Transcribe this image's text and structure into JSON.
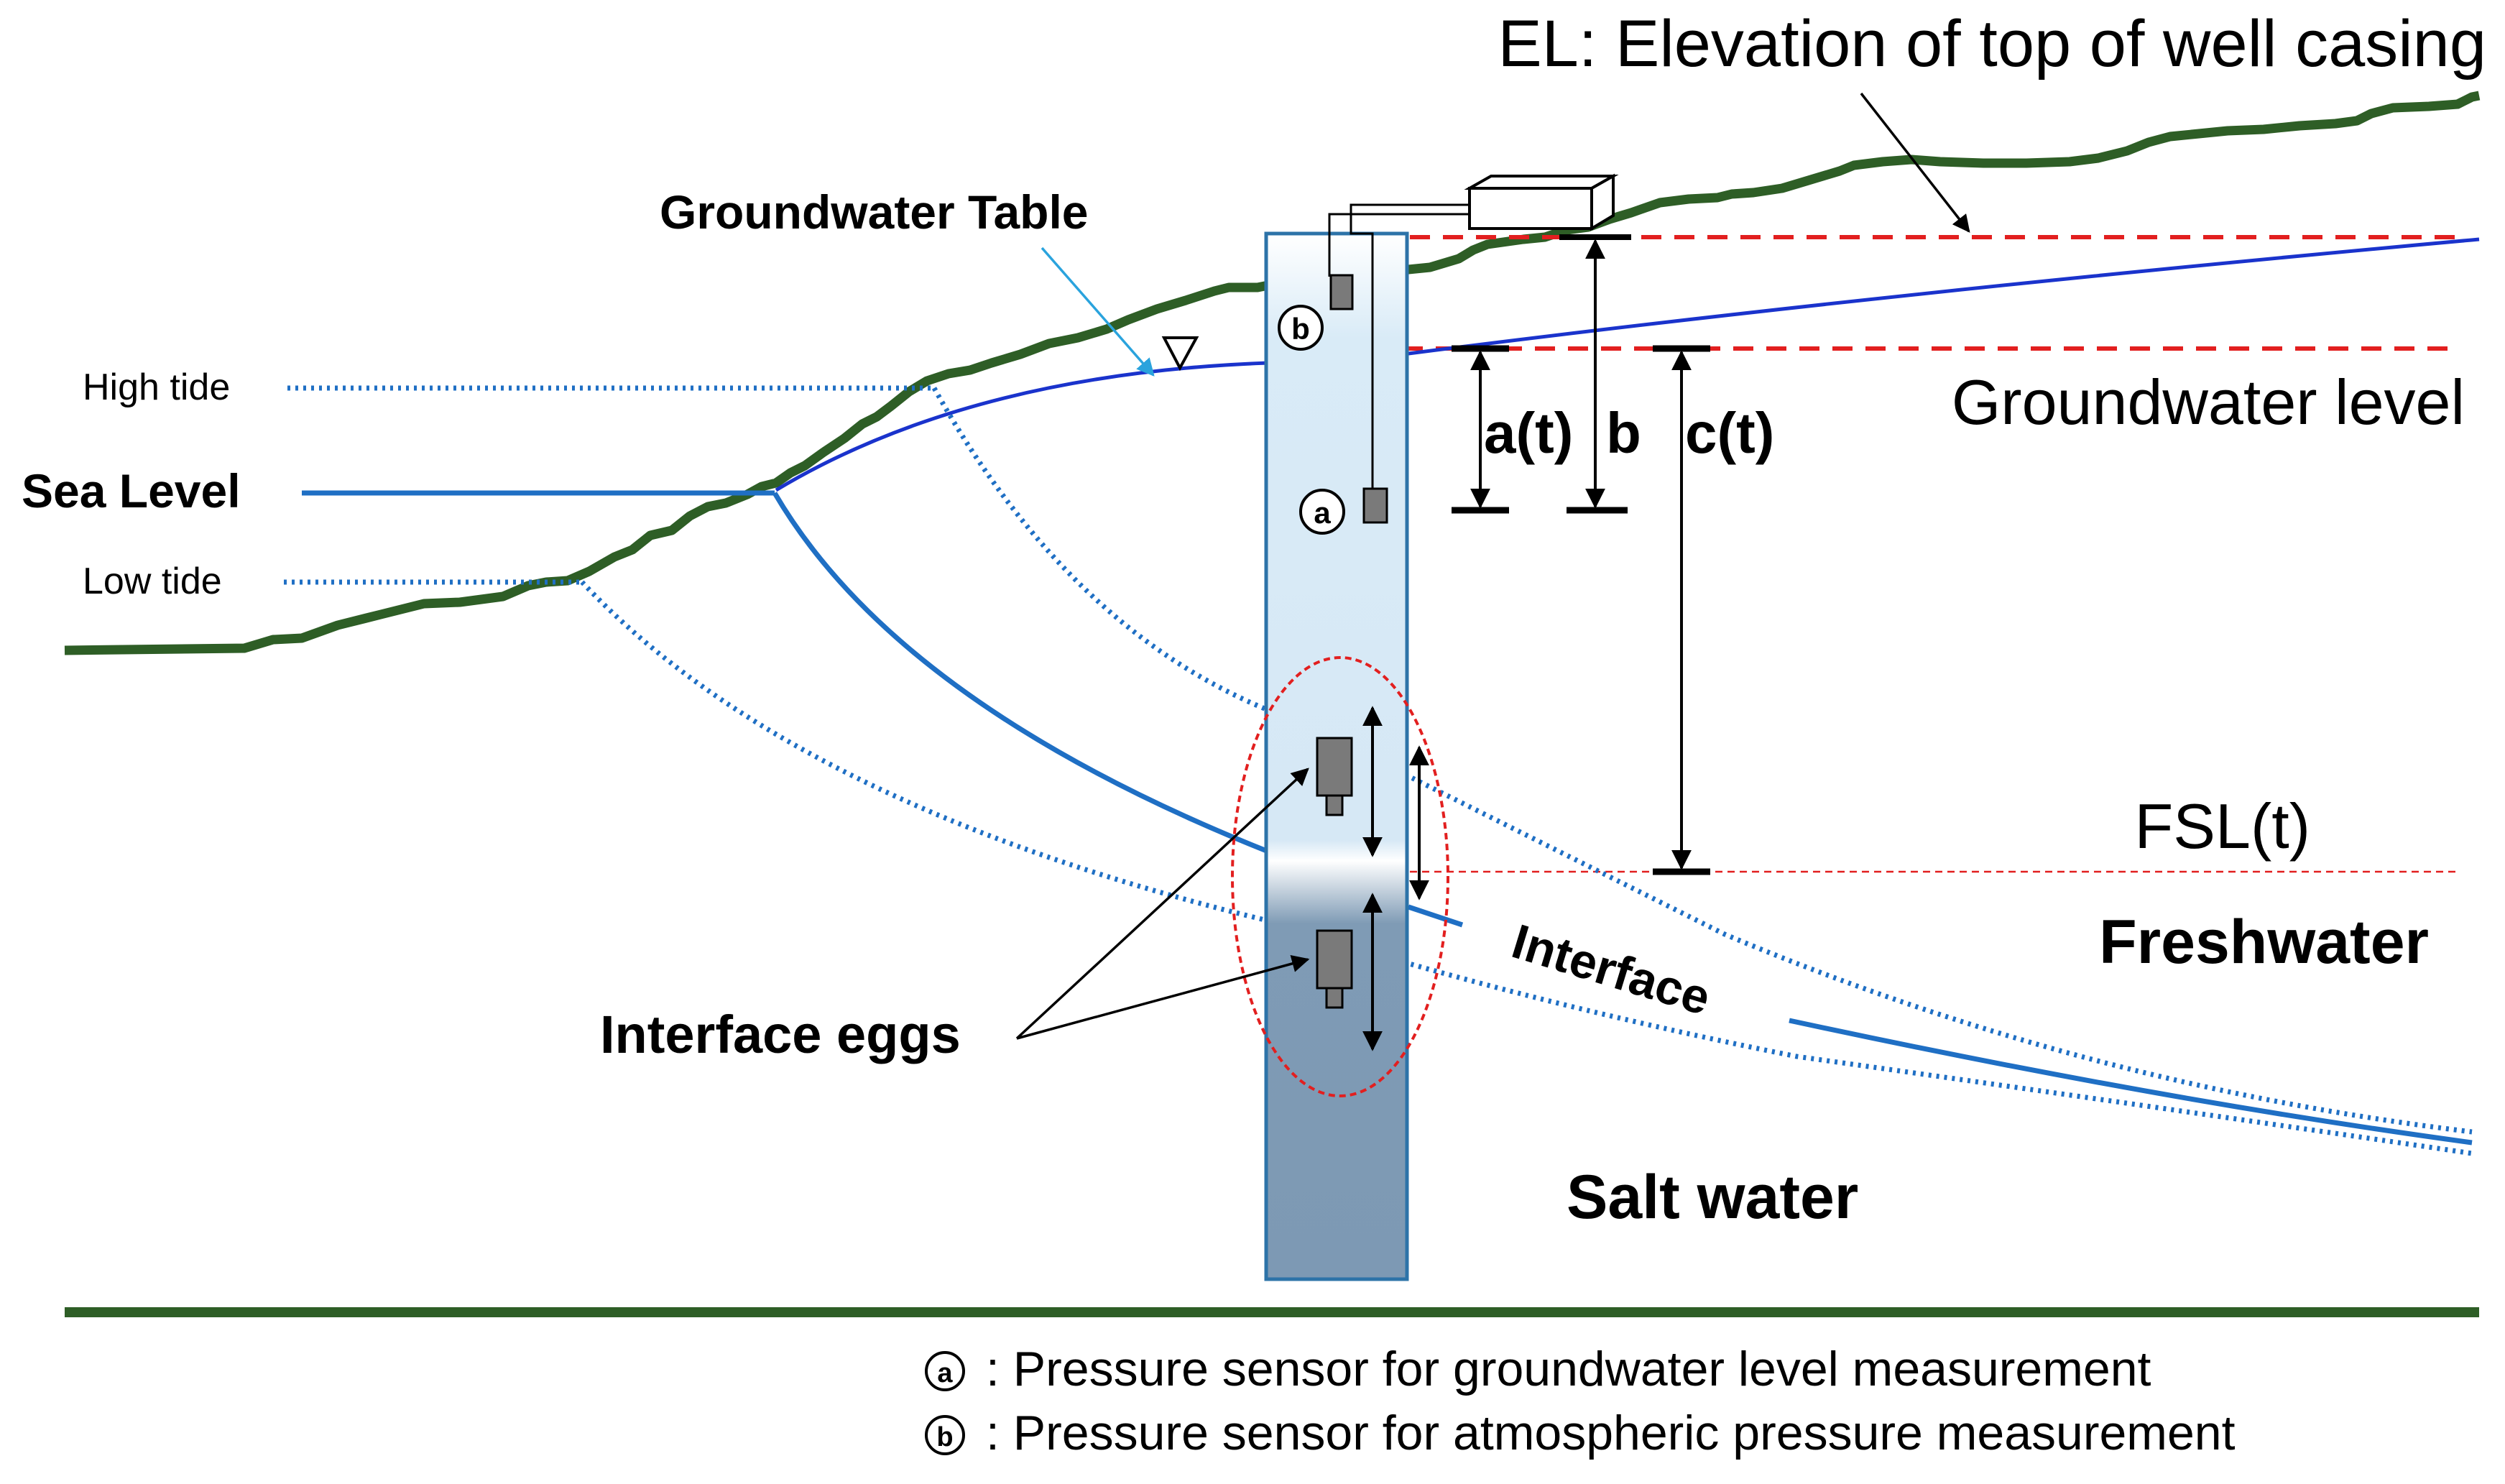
{
  "labels": {
    "el": "EL: Elevation of top of well casing",
    "groundwater_table": "Groundwater Table",
    "high_tide": "High tide",
    "sea_level": "Sea Level",
    "low_tide": "Low tide",
    "groundwater_level": "Groundwater level",
    "a_t": "a(t)",
    "b": "b",
    "c_t": "c(t)",
    "fsl_t": "FSL(t)",
    "freshwater": "Freshwater",
    "interface": "Interface",
    "interface_eggs": "Interface eggs",
    "salt_water": "Salt water",
    "sensor_a": "a",
    "sensor_b": "b"
  },
  "legend": [
    {
      "symbol": "a",
      "text": ": Pressure sensor for groundwater level measurement"
    },
    {
      "symbol": "b",
      "text": ": Pressure sensor for atmospheric pressure measurement"
    }
  ],
  "colors": {
    "ground": "#2e5e26",
    "water_blue": "#1f6fc4",
    "interface_blue": "#1a6dc0",
    "dashed_red": "#e21f1f",
    "well_fresh": "#d9ebf7",
    "well_salt": "#7f9bb5",
    "well_border": "#2d73a8",
    "sensor": "#7a7a7a",
    "arrow_cyan": "#2aa3dd"
  }
}
